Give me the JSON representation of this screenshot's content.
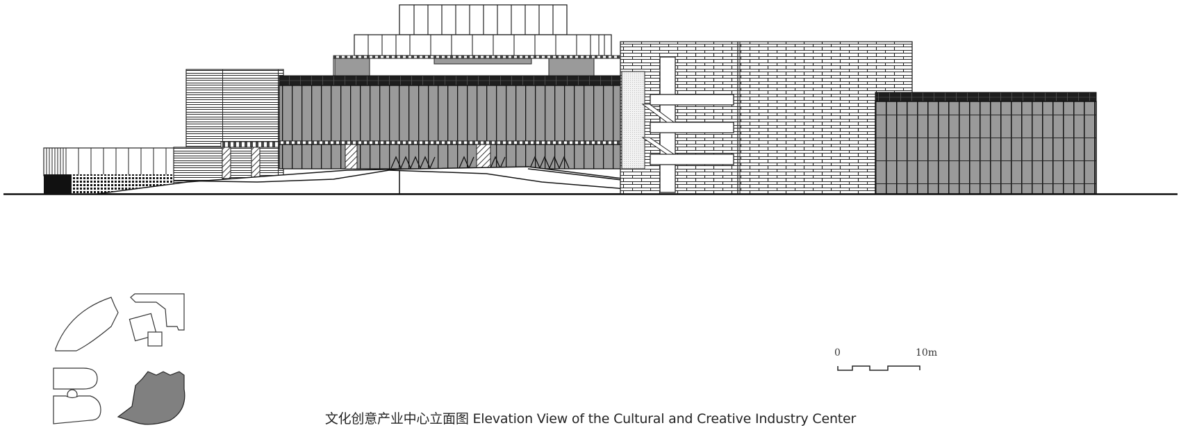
{
  "drawing": {
    "type": "architectural-elevation",
    "caption_cn": "文化创意产业中心立面图",
    "caption_en": "Elevation View of the Cultural and Creative Industry Center",
    "caption": "文化创意产业中心立面图 Elevation View of the Cultural and Creative Industry Center"
  },
  "scale_bar": {
    "start_label": "0",
    "end_label": "10m"
  },
  "key_plan": {
    "highlighted_building": "cultural-and-creative-industry-center",
    "highlight_color": "#808080"
  },
  "colors": {
    "line": "#1a1a1a",
    "glass": "#9a9a9a",
    "dark_band": "#1e1e1e",
    "background": "#ffffff"
  }
}
